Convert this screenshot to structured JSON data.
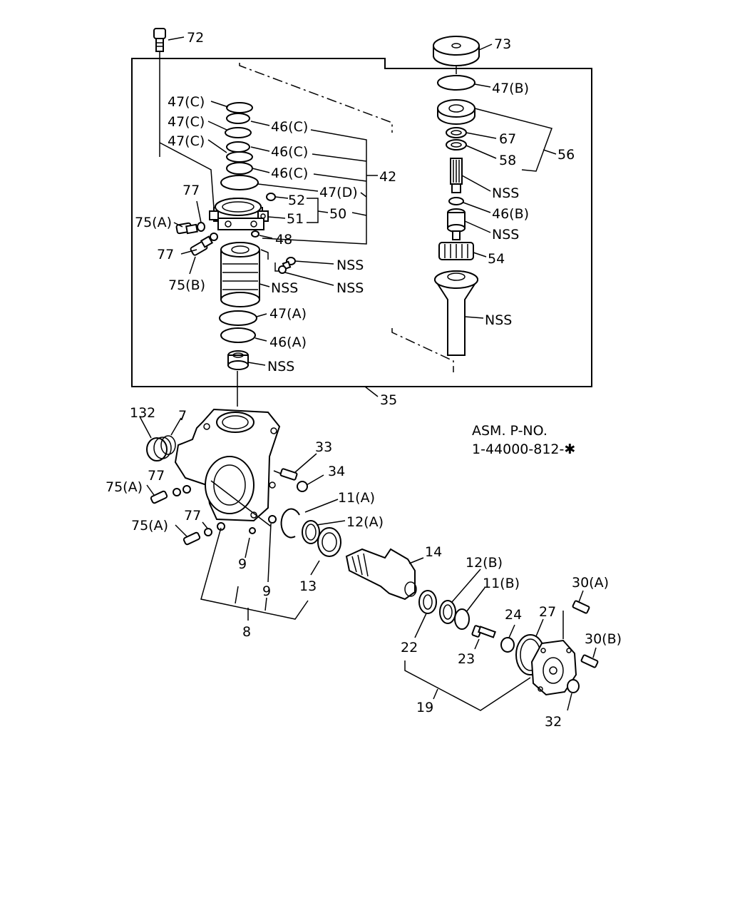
{
  "assembly": {
    "title": "ASM. P-NO.",
    "part_number": "1-44000-812-✱"
  },
  "labels": {
    "l72": "72",
    "l73": "73",
    "l47c_1": "47(C)",
    "l47c_2": "47(C)",
    "l47c_3": "47(C)",
    "l46c_1": "46(C)",
    "l46c_2": "46(C)",
    "l46c_3": "46(C)",
    "l47d": "47(D)",
    "l42": "42",
    "l47b": "47(B)",
    "l67": "67",
    "l58": "58",
    "l56": "56",
    "l77_1": "77",
    "l52": "52",
    "l51": "51",
    "l50": "50",
    "l75a_1": "75(A)",
    "l48": "48",
    "l77_2": "77",
    "l75b": "75(B)",
    "lnss_valve": "NSS",
    "lnss_screw1": "NSS",
    "lnss_screw2": "NSS",
    "l47a": "47(A)",
    "l46a": "46(A)",
    "lnss_bottom": "NSS",
    "lnss_spline": "NSS",
    "l46b": "46(B)",
    "lnss_spool": "NSS",
    "l54": "54",
    "lnss_shaft": "NSS",
    "l35": "35",
    "l132": "132",
    "l7": "7",
    "l33": "33",
    "l34": "34",
    "l75a_2": "75(A)",
    "l77_3": "77",
    "l11a": "11(A)",
    "l12a": "12(A)",
    "l75a_3": "75(A)",
    "l77_4": "77",
    "l9_1": "9",
    "l9_2": "9",
    "l13": "13",
    "l8": "8",
    "l14": "14",
    "l12b": "12(B)",
    "l11b": "11(B)",
    "l30a": "30(A)",
    "l24": "24",
    "l27": "27",
    "l30b": "30(B)",
    "l22": "22",
    "l23": "23",
    "l19": "19",
    "l32": "32"
  }
}
